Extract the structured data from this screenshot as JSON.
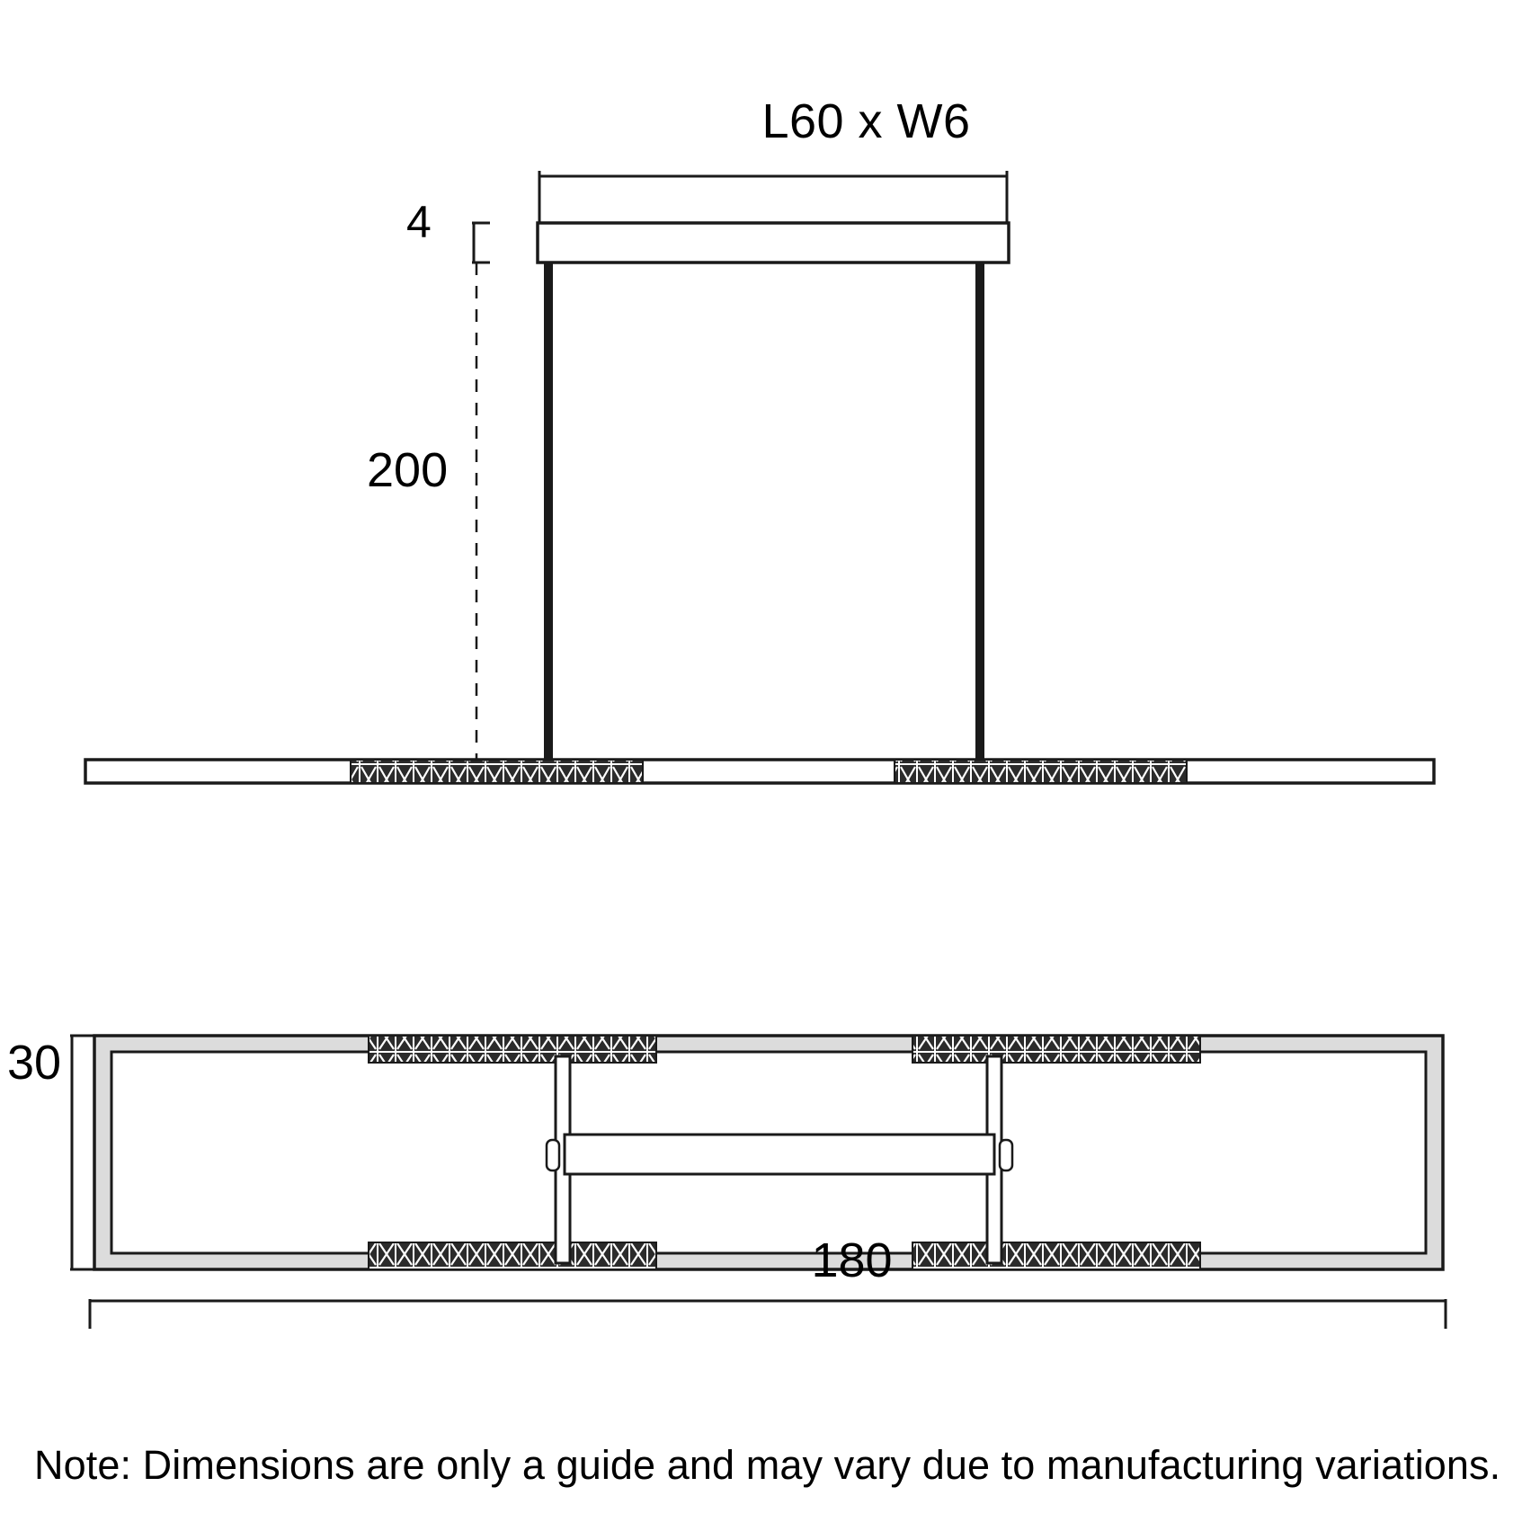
{
  "drawing": {
    "title_dimension": "L60 x W6",
    "labels": {
      "canopy_height": "4",
      "drop_height": "200",
      "fixture_height": "30",
      "fixture_length": "180"
    },
    "note": "Note: Dimensions are only a guide and may vary due to manufacturing variations.",
    "colors": {
      "line": "#1a1a1a",
      "fill_light": "#dcdcdc",
      "background": "#ffffff"
    },
    "views": [
      {
        "name": "front-elevation-view"
      },
      {
        "name": "plan-view"
      }
    ]
  }
}
